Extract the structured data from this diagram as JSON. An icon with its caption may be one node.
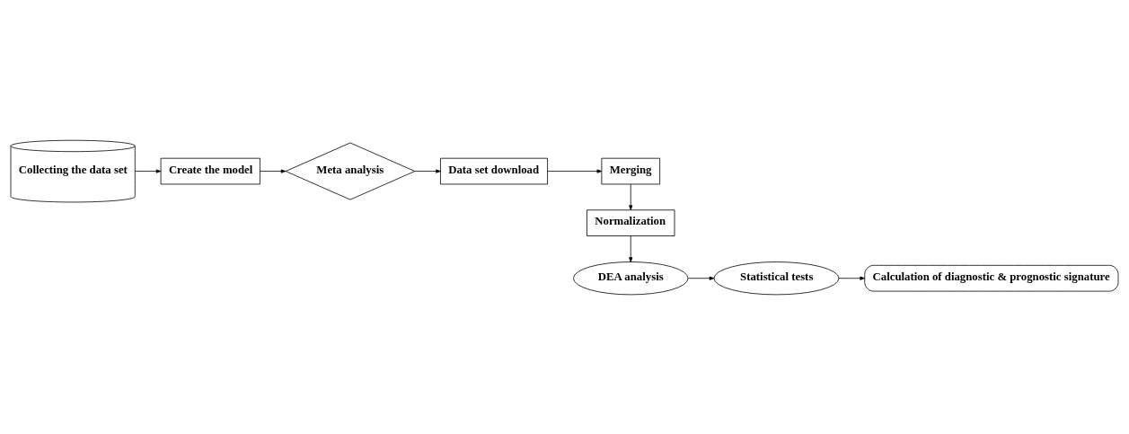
{
  "diagram": {
    "nodes": [
      {
        "text": [
          "Collecting the data set"
        ]
      },
      {
        "text": [
          "Create the model"
        ]
      },
      {
        "text": [
          "Meta analysis"
        ]
      },
      {
        "text": [
          "Data set download"
        ]
      },
      {
        "text": [
          "Merging"
        ]
      },
      {
        "text": [
          "Normalization"
        ]
      },
      {
        "text": [
          "DEA analysis"
        ]
      },
      {
        "text": [
          "Statistical tests"
        ]
      },
      {
        "text": [
          "Calculation of diagnostic & prognostic signature"
        ]
      }
    ],
    "edges": [
      {
        "from": 0,
        "to": 1,
        "arrow": "to"
      },
      {
        "from": 1,
        "to": 2,
        "arrow": "to"
      },
      {
        "from": 2,
        "to": 3,
        "arrow": "to"
      },
      {
        "from": 3,
        "to": 4,
        "arrow": "to"
      },
      {
        "from": 4,
        "to": 5,
        "arrow": "to"
      },
      {
        "from": 5,
        "to": 6,
        "arrow": "to"
      },
      {
        "from": 6,
        "to": 7,
        "arrow": "to"
      },
      {
        "from": 7,
        "to": 8,
        "arrow": "to"
      }
    ]
  }
}
